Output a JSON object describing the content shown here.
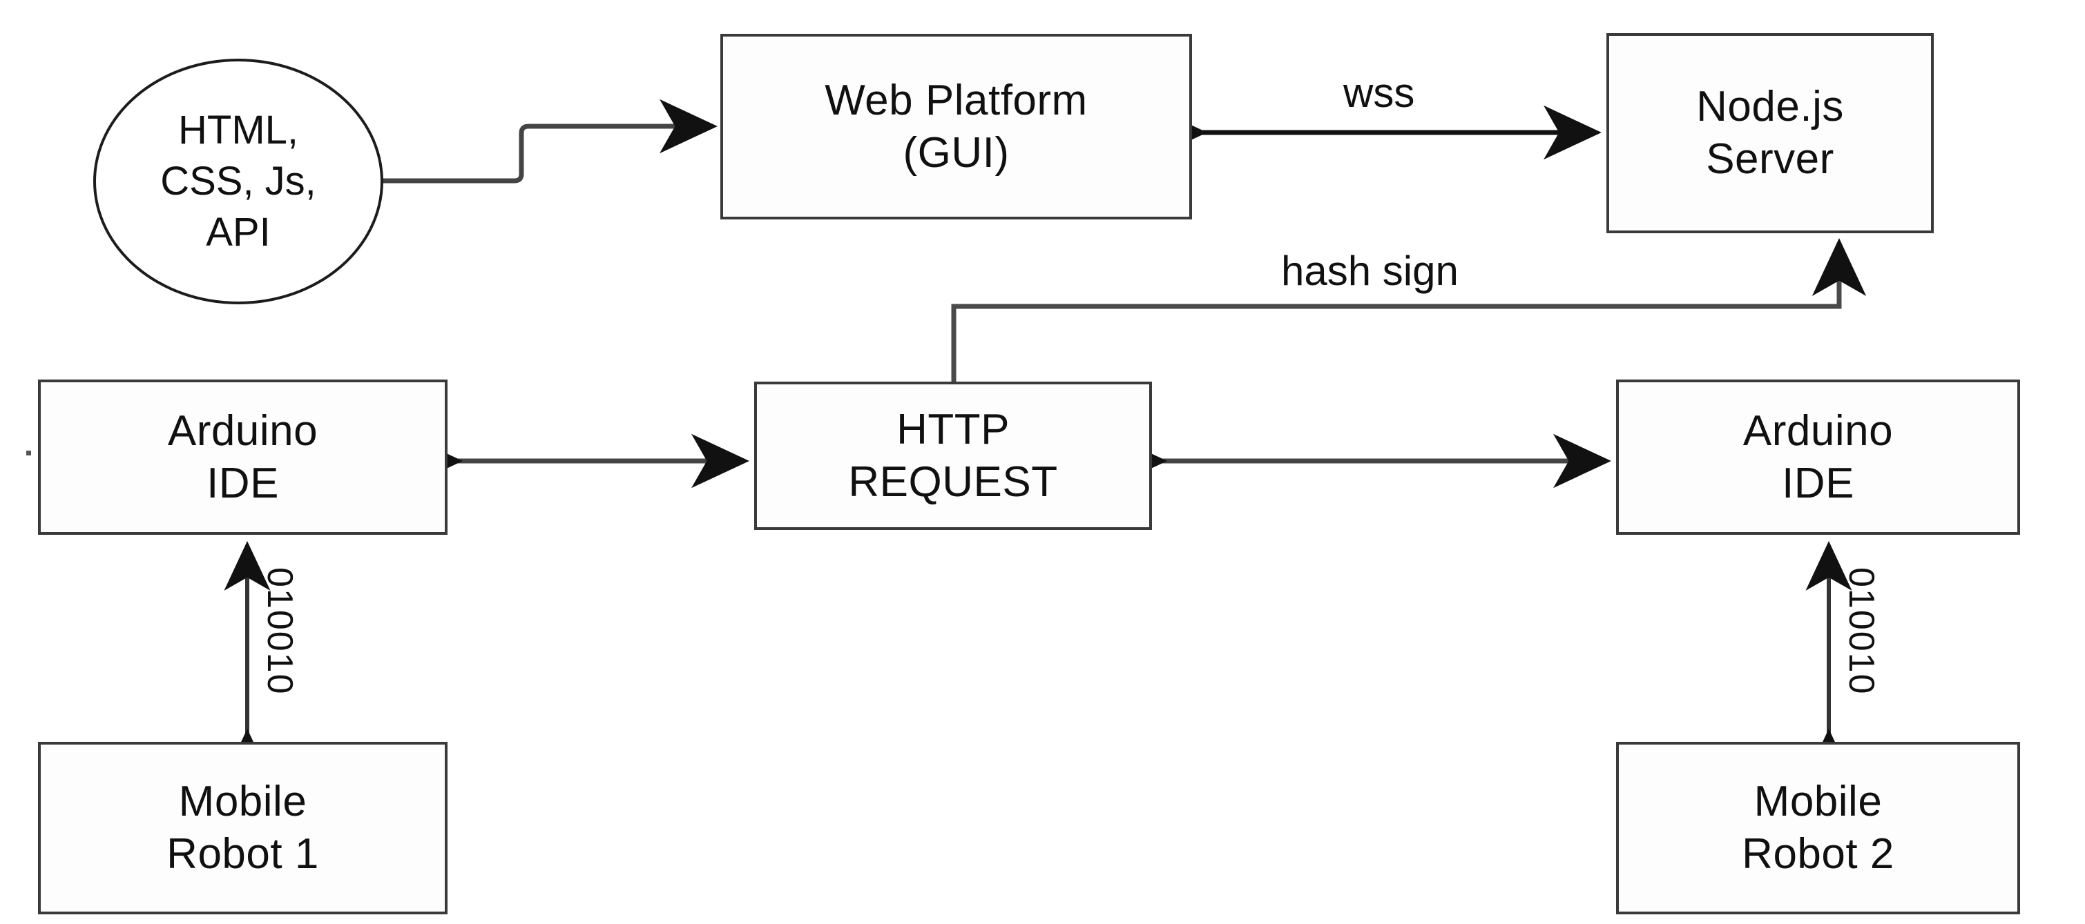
{
  "diagram": {
    "title": "Web platform / Node.js server / Arduino IDE mobile robot architecture",
    "background_color": "#ffffff",
    "stroke_color": "#3a3a3a",
    "text_color": "#101010"
  },
  "nodes": {
    "web_stack": {
      "shape": "ellipse",
      "lines": [
        "HTML,",
        "CSS, Js,",
        "API"
      ]
    },
    "web_platform": {
      "shape": "rect",
      "lines": [
        "Web Platform",
        "(GUI)"
      ]
    },
    "node_server": {
      "shape": "rect",
      "lines": [
        "Node.js",
        "Server"
      ]
    },
    "http_request": {
      "shape": "rect",
      "lines": [
        "HTTP",
        "REQUEST"
      ]
    },
    "arduino_ide_left": {
      "shape": "rect",
      "lines": [
        "Arduino",
        "IDE"
      ]
    },
    "arduino_ide_right": {
      "shape": "rect",
      "lines": [
        "Arduino",
        "IDE"
      ]
    },
    "mobile_robot_1": {
      "shape": "rect",
      "lines": [
        "Mobile",
        "Robot 1"
      ]
    },
    "mobile_robot_2": {
      "shape": "rect",
      "lines": [
        "Mobile",
        "Robot 2"
      ]
    }
  },
  "edges": {
    "stack_to_platform": {
      "label": "",
      "arrow": "single"
    },
    "platform_to_server": {
      "label": "wss",
      "arrow": "double"
    },
    "http_to_server": {
      "label": "hash sign",
      "arrow": "single"
    },
    "left_ide_to_http": {
      "label": "",
      "arrow": "double"
    },
    "http_to_right_ide": {
      "label": "",
      "arrow": "double"
    },
    "left_ide_to_robot1": {
      "label": "010010",
      "arrow": "double"
    },
    "right_ide_to_robot2": {
      "label": "010010",
      "arrow": "double"
    }
  }
}
